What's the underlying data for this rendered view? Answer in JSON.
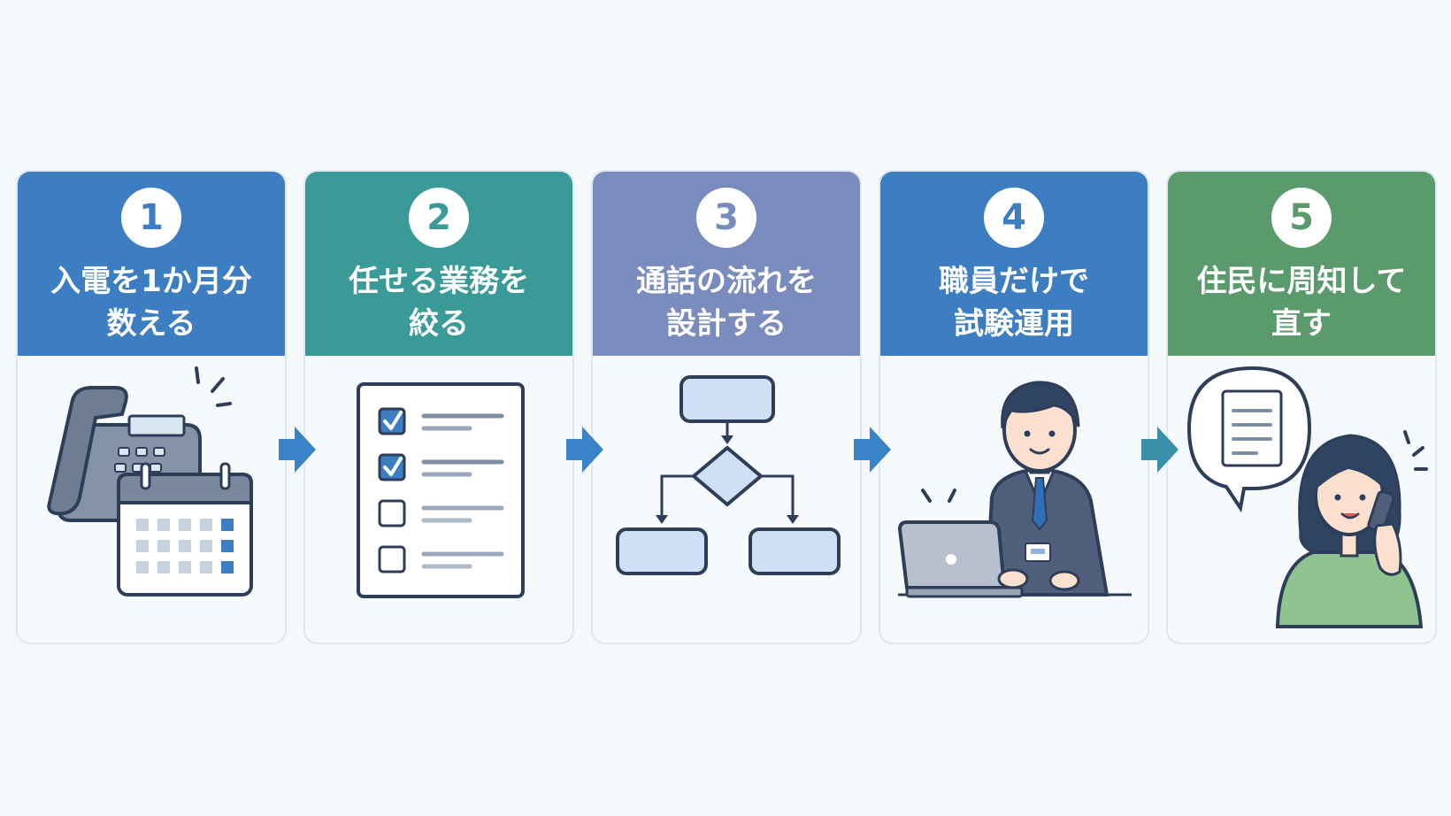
{
  "steps": [
    {
      "number": "1",
      "title": "入電を1か月分\n数える",
      "color": "#3d7ec2",
      "illustration": "phone-calendar-icon"
    },
    {
      "number": "2",
      "title": "任せる業務を\n絞る",
      "color": "#3a9a97",
      "illustration": "checklist-icon"
    },
    {
      "number": "3",
      "title": "通話の流れを\n設計する",
      "color": "#7a8cbd",
      "illustration": "flowchart-icon"
    },
    {
      "number": "4",
      "title": "職員だけで\n試験運用",
      "color": "#3d7ec2",
      "illustration": "staff-laptop-icon"
    },
    {
      "number": "5",
      "title": "住民に周知して\n直す",
      "color": "#5a9a6c",
      "illustration": "resident-phone-icon"
    }
  ],
  "colors": {
    "arrow": "#3a83c8",
    "outline": "#2f3e58",
    "light_blue": "#cfe0f6",
    "gray_blue": "#8492a8"
  }
}
